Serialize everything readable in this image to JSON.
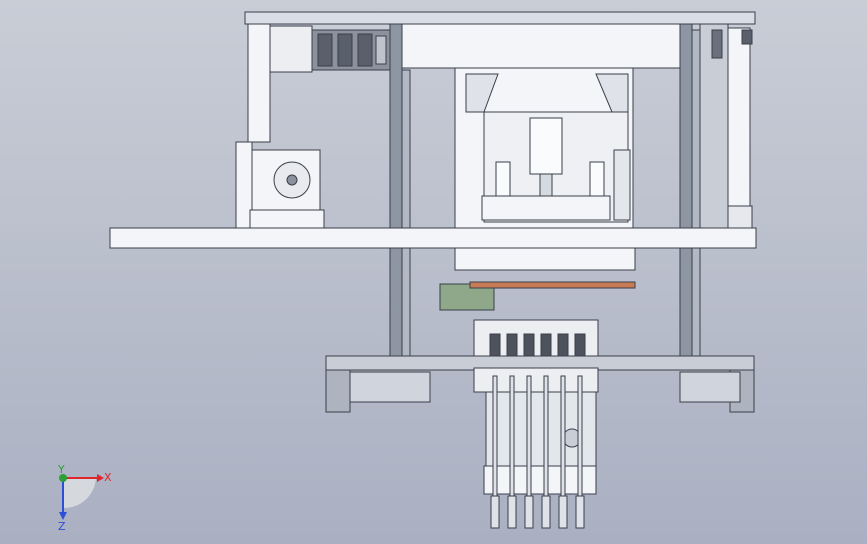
{
  "viewport": {
    "background_top": "#c9cdd6",
    "background_bottom": "#aab0c2",
    "line_color": "#3a3f4a",
    "part_fill": "#f4f5f8",
    "frame_fill": "#c8cdd6",
    "rail_fill": "#9aa1ad",
    "accent_orange": "#c87a55",
    "accent_green": "#8fa88a"
  },
  "triad": {
    "x_label": "X",
    "y_label": "Y",
    "z_label": "Z",
    "x_color": "#e0262b",
    "y_color": "#2da035",
    "z_color": "#2b4fd6"
  }
}
